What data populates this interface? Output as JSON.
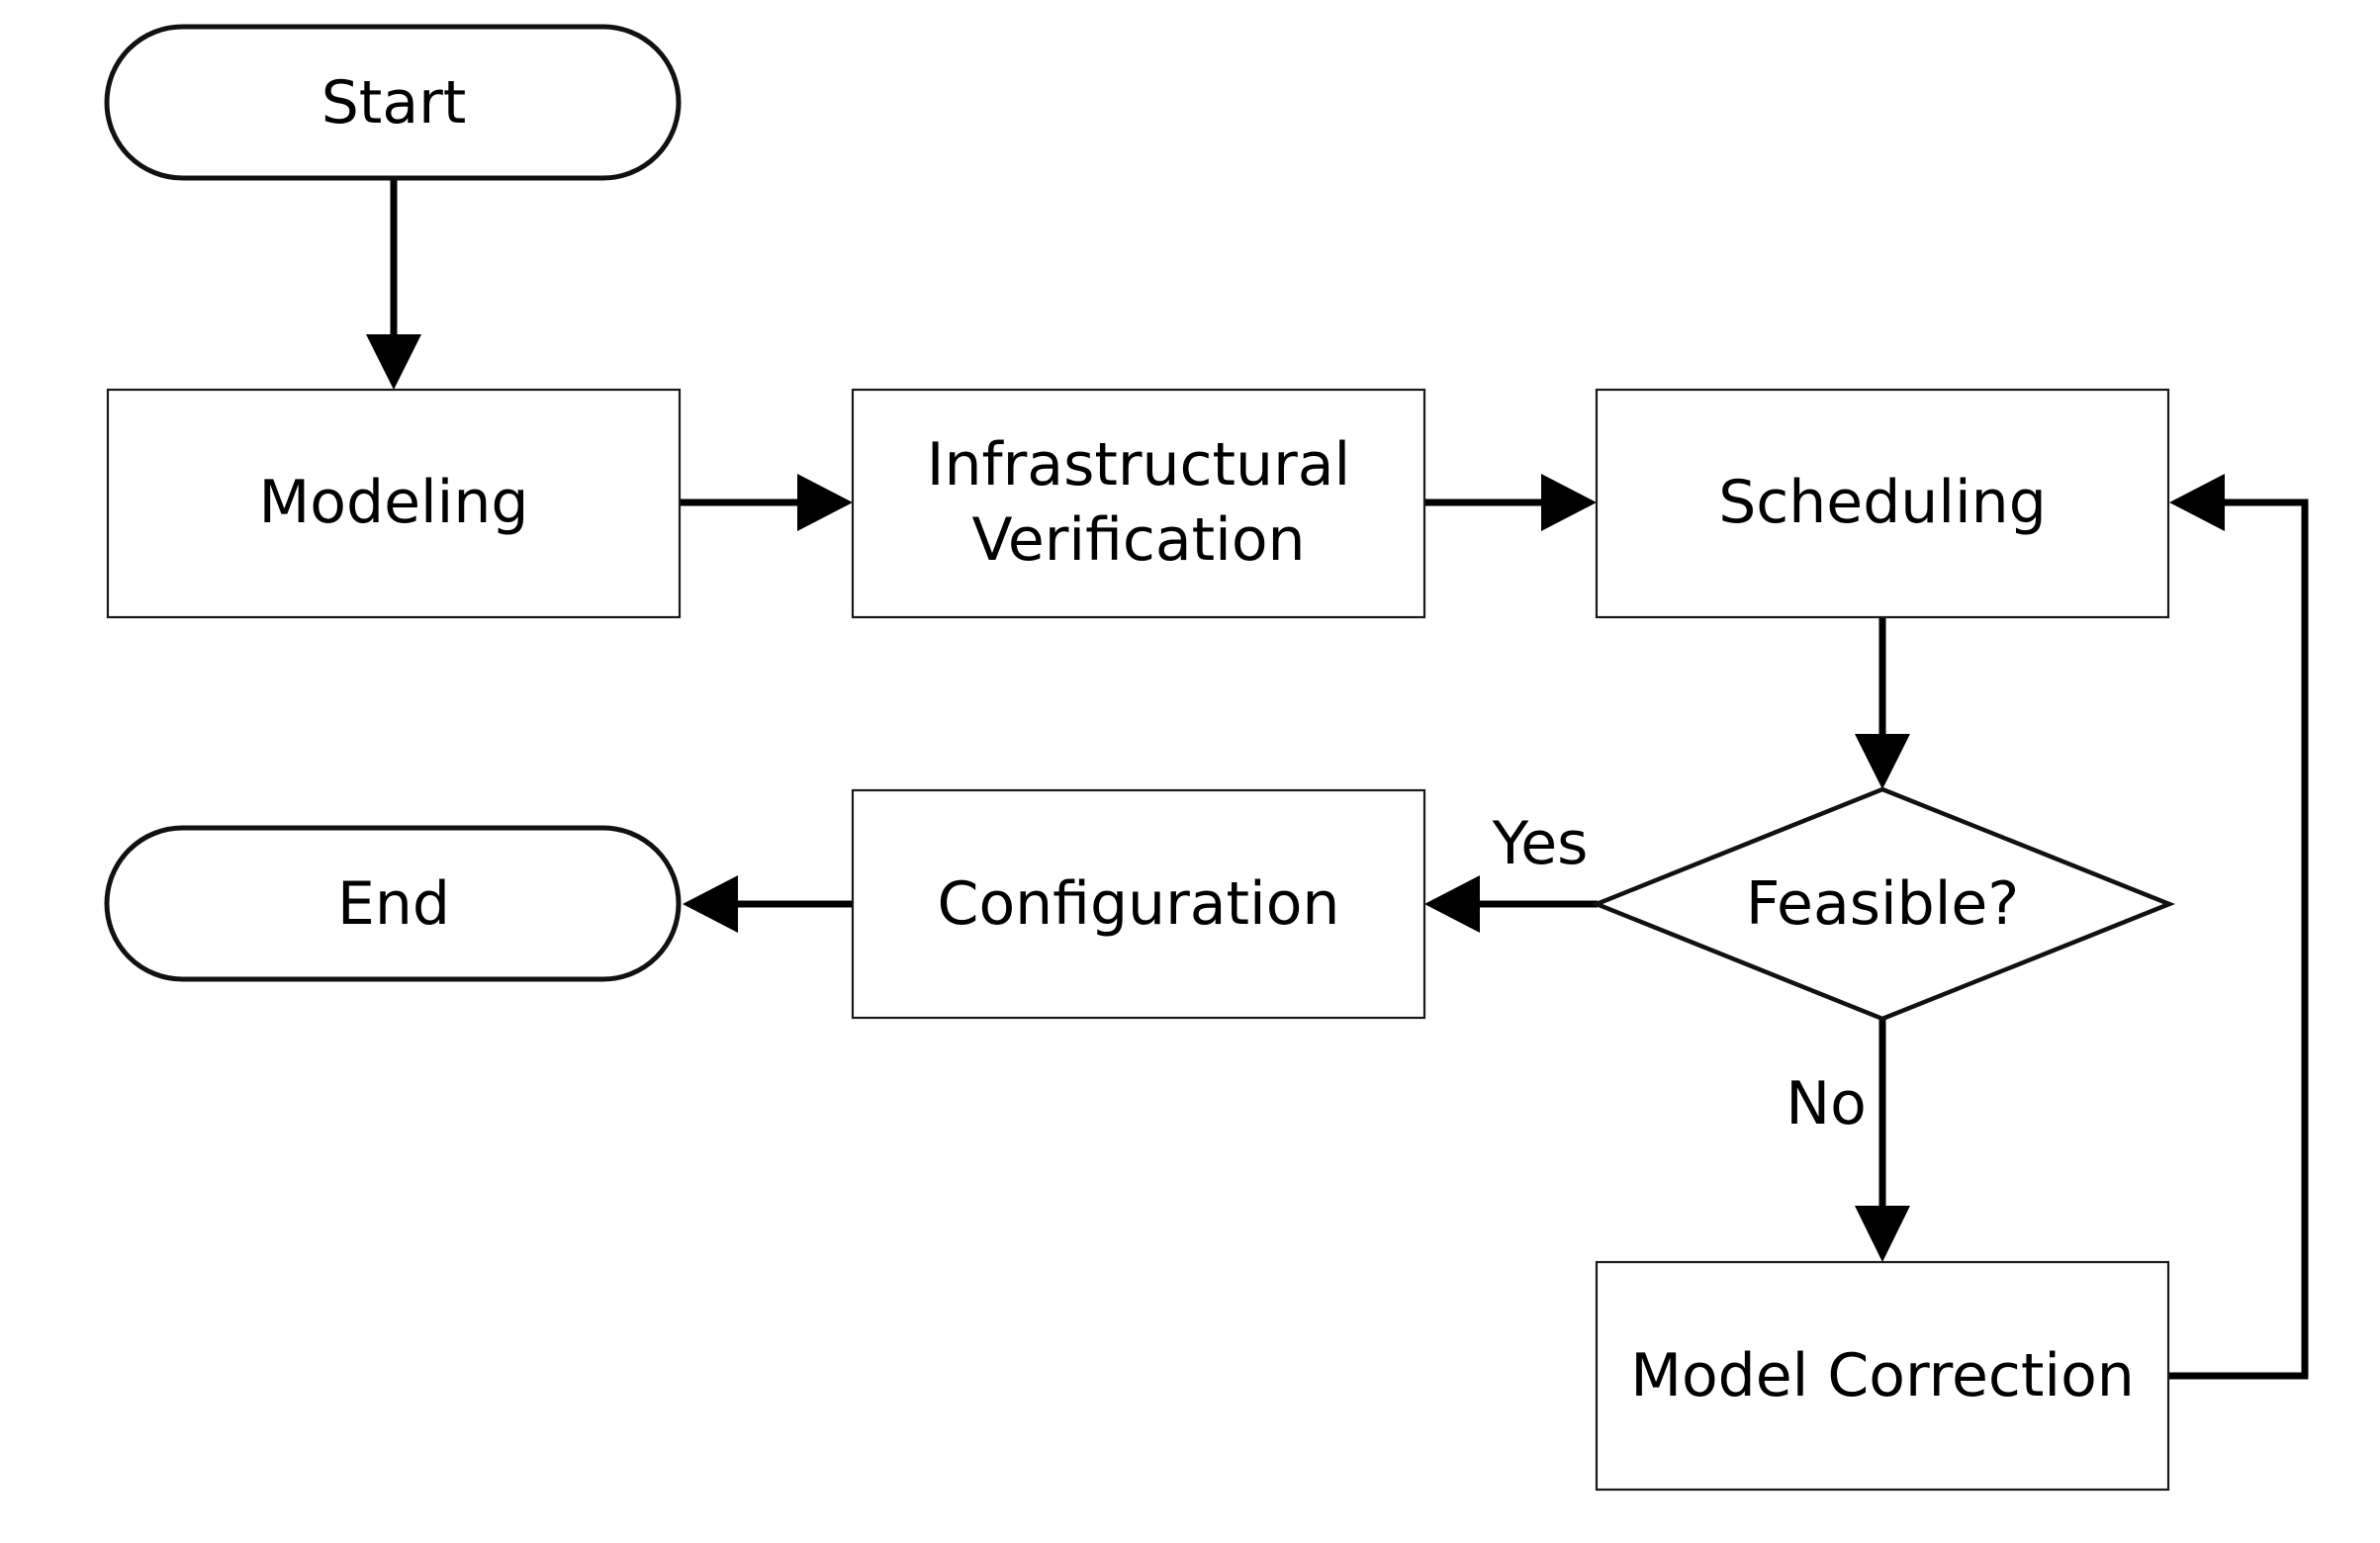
{
  "nodes": {
    "start": {
      "label": "Start",
      "shape": "terminal"
    },
    "modeling": {
      "label": "Modeling",
      "shape": "process"
    },
    "infrastructural_verification": {
      "label_line1": "Infrastructural",
      "label_line2": "Verification",
      "shape": "process"
    },
    "scheduling": {
      "label": "Scheduling",
      "shape": "process"
    },
    "feasible": {
      "label": "Feasible?",
      "shape": "decision"
    },
    "configuration": {
      "label": "Configuration",
      "shape": "process"
    },
    "end": {
      "label": "End",
      "shape": "terminal"
    },
    "model_correction": {
      "label": "Model Correction",
      "shape": "process"
    }
  },
  "edges": [
    {
      "from": "start",
      "to": "modeling"
    },
    {
      "from": "modeling",
      "to": "infrastructural_verification"
    },
    {
      "from": "infrastructural_verification",
      "to": "scheduling"
    },
    {
      "from": "scheduling",
      "to": "feasible"
    },
    {
      "from": "feasible",
      "to": "configuration",
      "label": "Yes"
    },
    {
      "from": "feasible",
      "to": "model_correction",
      "label": "No"
    },
    {
      "from": "configuration",
      "to": "end"
    },
    {
      "from": "model_correction",
      "to": "scheduling"
    }
  ],
  "edge_labels": {
    "yes": "Yes",
    "no": "No"
  },
  "colors": {
    "stroke": "#000000",
    "fill": "#ffffff"
  }
}
